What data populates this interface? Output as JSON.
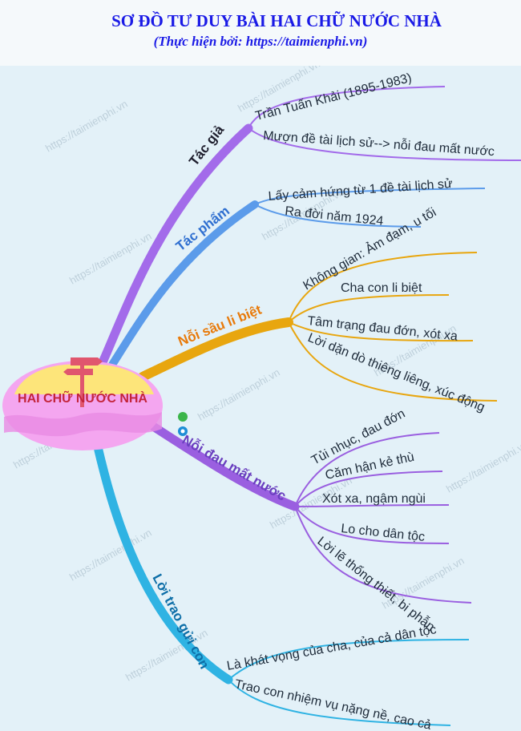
{
  "header": {
    "title": "SƠ ĐỒ TƯ DUY BÀI HAI CHỮ NƯỚC NHÀ",
    "subtitle": "(Thực hiện bởi: https://taimienphi.vn)"
  },
  "center": {
    "label": "HAI CHỮ NƯỚC NHÀ"
  },
  "branches": [
    {
      "label": "Tác giả",
      "color": "#a36bea",
      "leaves": [
        "Trần Tuấn Khải (1895-1983)",
        "Mượn đề tài lịch sử--> nỗi đau mất nước"
      ]
    },
    {
      "label": "Tác phẩm",
      "color": "#5b9bea",
      "leaves": [
        "Lấy cảm hứng từ 1 đề tài lịch sử",
        "Ra đời năm 1924"
      ]
    },
    {
      "label": "Nỗi sầu li biệt",
      "color": "#e8a60f",
      "leaves": [
        "Không gian: Ảm đạm, u tối",
        "Cha con li biệt",
        "Tâm trạng đau đớn, xót xa",
        "Lời dặn dò thiêng liêng, xúc động"
      ]
    },
    {
      "label": "Nỗi đau mất nước",
      "color": "#9a5fe0",
      "leaves": [
        "Tủi nhục, đau đớn",
        "Căm hận kẻ thù",
        "Xót xa, ngậm ngùi",
        "Lo cho dân tộc",
        "Lời lẽ thống thiết, bi phẫn"
      ]
    },
    {
      "label": "Lời trao gửi con",
      "color": "#2fb3e3",
      "leaves": [
        "Là khát vọng của cha, của cả dân tộc",
        "Trao con nhiệm vụ nặng nề, cao cả"
      ]
    }
  ],
  "watermark": "https://taimienphi.vn"
}
